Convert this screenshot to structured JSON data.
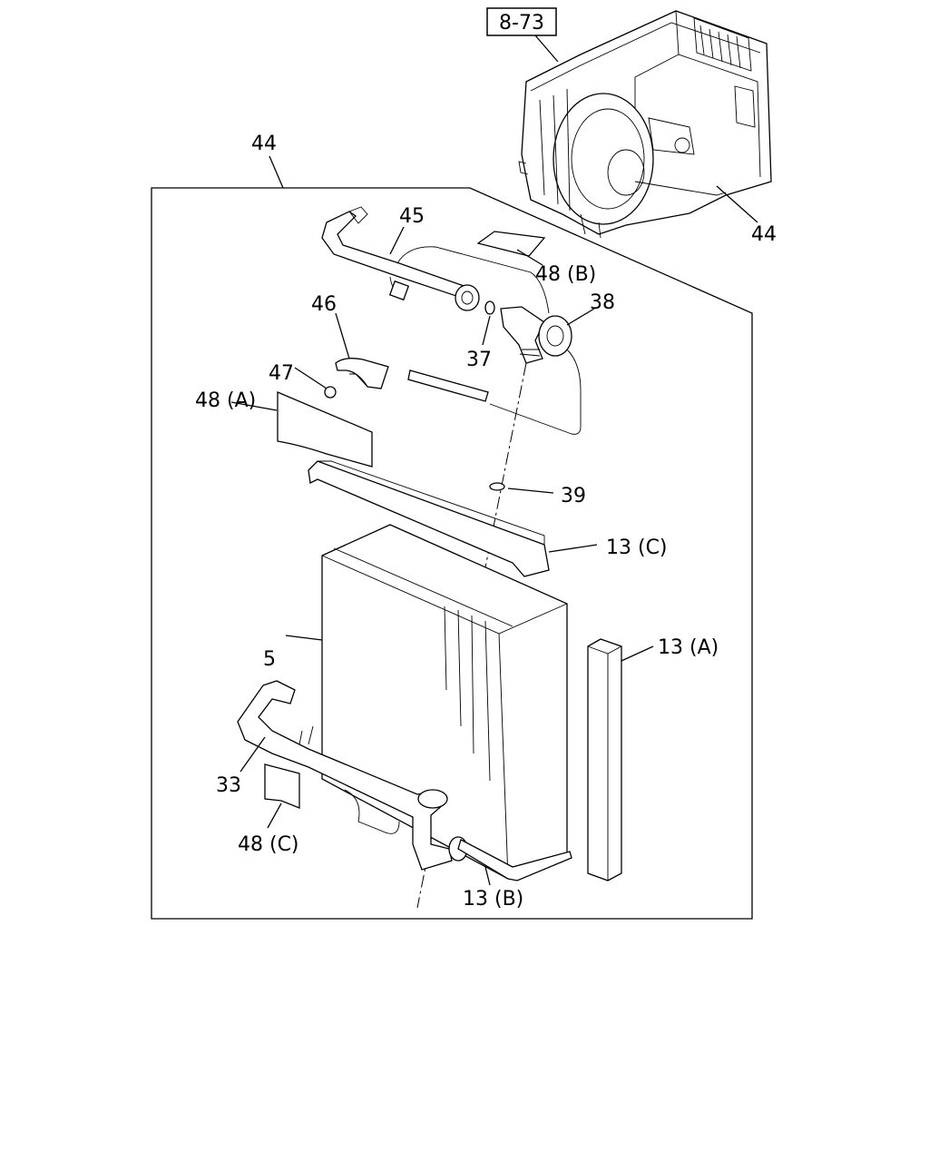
{
  "reference_box": "8-73",
  "callouts": {
    "c44_top": "44",
    "c44_right": "44",
    "c45": "45",
    "c48b": "48 (B)",
    "c46": "46",
    "c38": "38",
    "c47": "47",
    "c37": "37",
    "c48a": "48 (A)",
    "c39": "39",
    "c13c": "13 (C)",
    "c5": "5",
    "c13a": "13 (A)",
    "c33": "33",
    "c48c": "48 (C)",
    "c13b": "13 (B)"
  }
}
